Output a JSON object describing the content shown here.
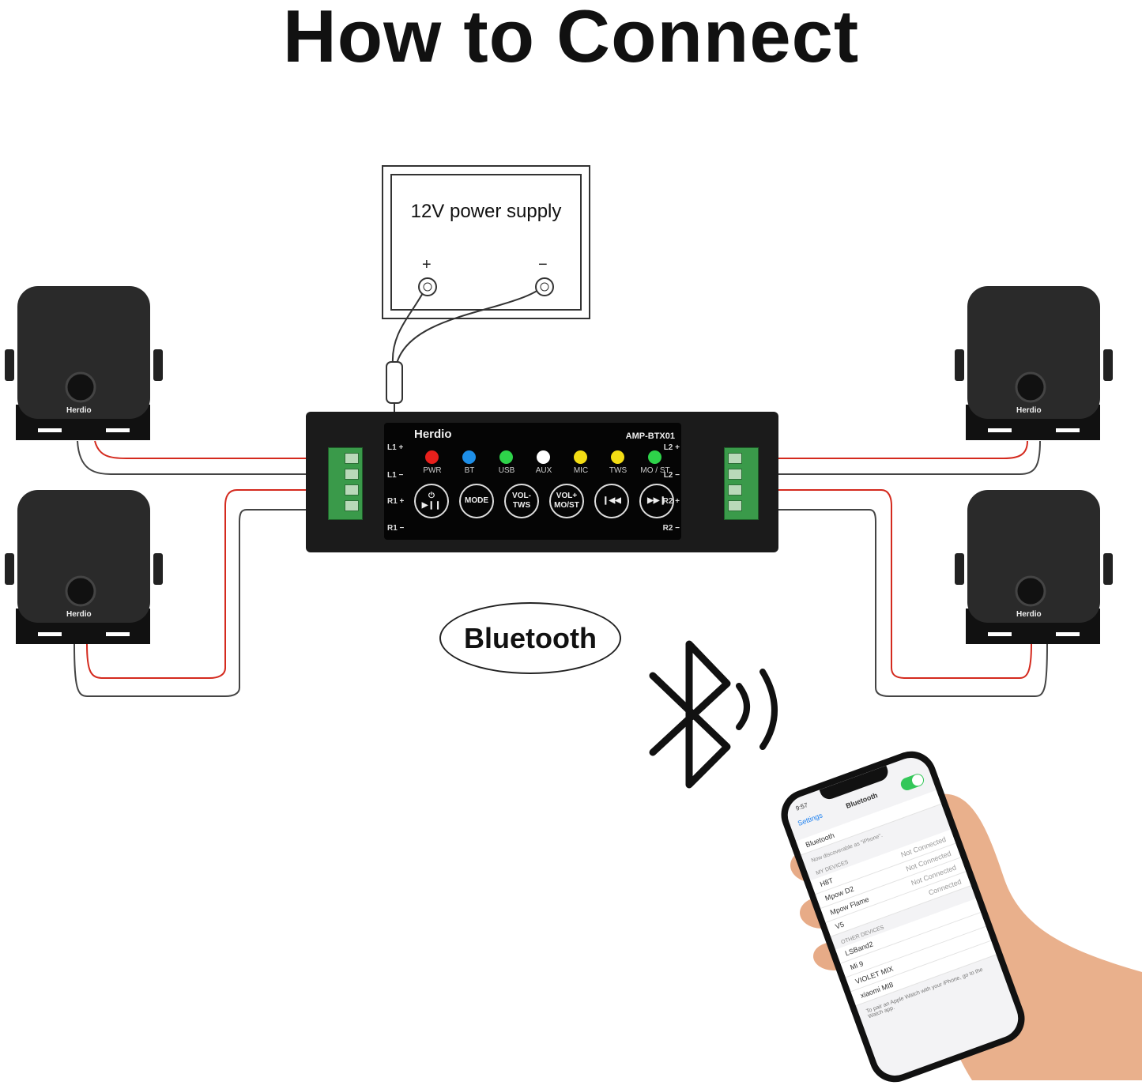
{
  "title": "How to Connect",
  "power_supply": {
    "label": "12V power supply",
    "plus": "+",
    "minus": "−"
  },
  "amplifier": {
    "brand": "Herdio",
    "model": "AMP-BTX01",
    "left_labels": [
      "L1 +",
      "L1 −",
      "R1 +",
      "R1 −"
    ],
    "right_labels": [
      "L2 +",
      "L2 −",
      "R2 +",
      "R2 −"
    ],
    "leds": [
      {
        "label": "PWR",
        "color": "#e8201c"
      },
      {
        "label": "BT",
        "color": "#1e8fe8"
      },
      {
        "label": "USB",
        "color": "#2ed34a"
      },
      {
        "label": "AUX",
        "color": "#ffffff"
      },
      {
        "label": "MIC",
        "color": "#f3dd14"
      },
      {
        "label": "TWS",
        "color": "#f3dd14"
      },
      {
        "label": "MO / ST",
        "color": "#2ed34a"
      }
    ],
    "buttons": [
      {
        "l1": "⏻",
        "l2": "▶❙❙"
      },
      {
        "l1": "MODE",
        "l2": ""
      },
      {
        "l1": "VOL-",
        "l2": "TWS"
      },
      {
        "l1": "VOL+",
        "l2": "MO/ST"
      },
      {
        "l1": "❙◀◀",
        "l2": ""
      },
      {
        "l1": "▶▶❙",
        "l2": ""
      }
    ]
  },
  "speaker_brand": "Herdio",
  "bluetooth_label": "Bluetooth",
  "phone": {
    "time": "9:57",
    "back": "Settings",
    "title": "Bluetooth",
    "bt_row": "Bluetooth",
    "discoverable": "Now discoverable as \"iPhone\".",
    "my_devices_header": "MY DEVICES",
    "my_devices": [
      {
        "name": "H8T",
        "status": "Not Connected"
      },
      {
        "name": "Mpow D2",
        "status": "Not Connected"
      },
      {
        "name": "Mpow Flame",
        "status": "Not Connected"
      },
      {
        "name": "V5",
        "status": "Connected"
      }
    ],
    "other_devices_header": "OTHER DEVICES",
    "other_devices": [
      "LSBand2",
      "Mi 9",
      "VIOLET MIX",
      "xiaomi MI8"
    ],
    "footer": "To pair an Apple Watch with your iPhone, go to the Watch app."
  }
}
